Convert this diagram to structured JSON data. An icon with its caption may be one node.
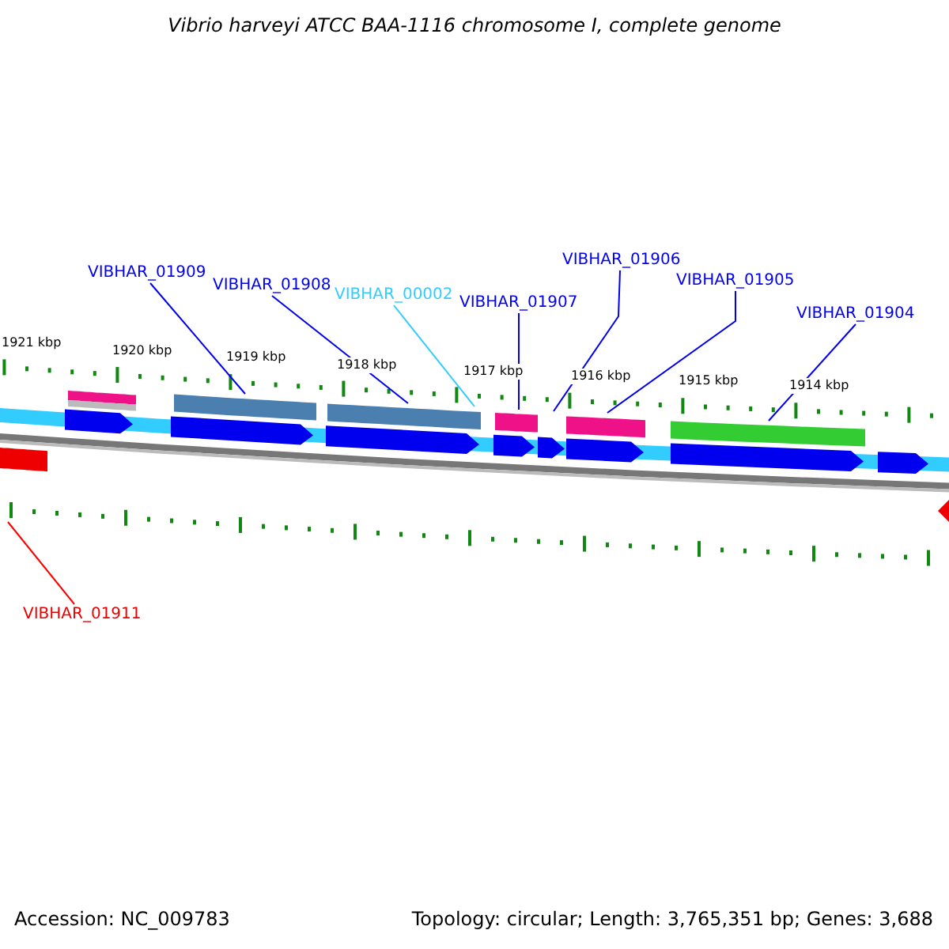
{
  "diagram": {
    "title": "Vibrio harveyi ATCC BAA-1116 chromosome I, complete genome",
    "nodes": [
      {
        "text": [
          "VIBHAR_01909"
        ]
      },
      {
        "text": [
          "VIBHAR_01908"
        ]
      },
      {
        "text": [
          "VIBHAR_00002"
        ]
      },
      {
        "text": [
          "VIBHAR_01907"
        ]
      },
      {
        "text": [
          "VIBHAR_01906"
        ]
      },
      {
        "text": [
          "VIBHAR_01905"
        ]
      },
      {
        "text": [
          "VIBHAR_01904"
        ]
      },
      {
        "text": [
          "VIBHAR_01911"
        ]
      }
    ],
    "edges": [
      {
        "from": 0,
        "to": null,
        "arrow": "none"
      },
      {
        "from": 1,
        "to": null,
        "arrow": "none"
      },
      {
        "from": 2,
        "to": null,
        "arrow": "none",
        "color": "#33ccff"
      },
      {
        "from": 3,
        "to": null,
        "arrow": "none"
      },
      {
        "from": 4,
        "to": null,
        "arrow": "none"
      },
      {
        "from": 5,
        "to": null,
        "arrow": "none"
      },
      {
        "from": 6,
        "to": null,
        "arrow": "none"
      },
      {
        "from": 7,
        "to": null,
        "arrow": "none",
        "color": "#ff0000"
      }
    ],
    "labels": [
      "1921 kbp",
      "1920 kbp",
      "1919 kbp",
      "1918 kbp",
      "1917 kbp",
      "1916 kbp",
      "1915 kbp",
      "1914 kbp",
      "Accession: NC_009783",
      "Topology: circular; Length: 3,765,351 bp; Genes: 3,688"
    ]
  }
}
